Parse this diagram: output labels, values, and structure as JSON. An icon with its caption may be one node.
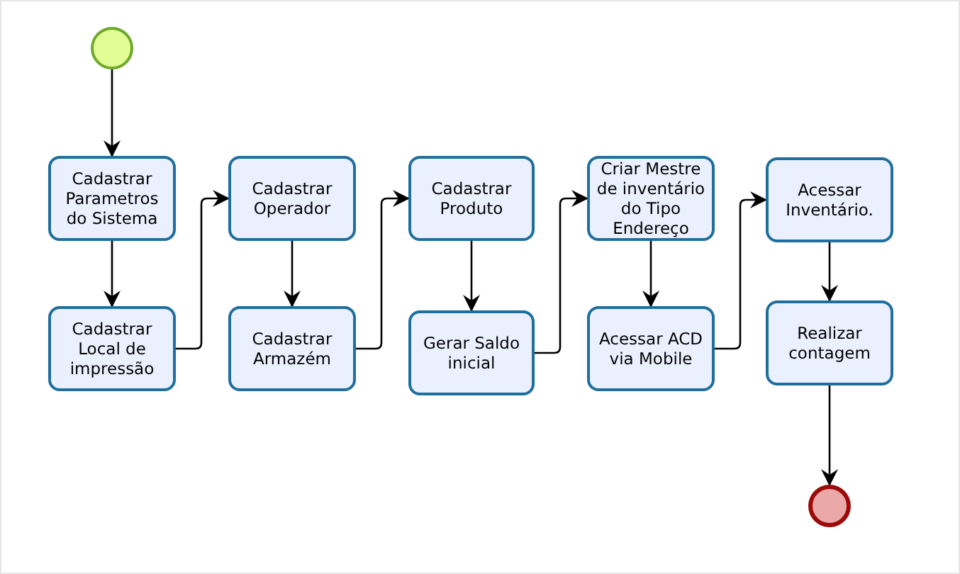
{
  "diagram": {
    "nodes": [
      {
        "text": [],
        "shape": "circle"
      },
      {
        "text": [
          "Cadastrar Parametros do Sistema"
        ]
      },
      {
        "text": [
          "Cadastrar Local de impressão"
        ]
      },
      {
        "text": [
          "Cadastrar Operador"
        ]
      },
      {
        "text": [
          "Cadastrar Armazém"
        ]
      },
      {
        "text": [
          "Cadastrar Produto"
        ]
      },
      {
        "text": [
          "Gerar Saldo inicial"
        ]
      },
      {
        "text": [
          "Criar Mestre de inventário do Tipo Endereço"
        ]
      },
      {
        "text": [
          "Acessar ACD via Mobile"
        ]
      },
      {
        "text": [
          "Acessar Inventário."
        ]
      },
      {
        "text": [
          "Realizar contagem"
        ]
      },
      {
        "text": [],
        "shape": "circle"
      }
    ],
    "edges": [
      {
        "from": 0,
        "to": 1,
        "arrow": "to"
      },
      {
        "from": 1,
        "to": 2,
        "arrow": "to"
      },
      {
        "from": 2,
        "to": 3,
        "arrow": "to"
      },
      {
        "from": 3,
        "to": 4,
        "arrow": "to"
      },
      {
        "from": 4,
        "to": 5,
        "arrow": "to"
      },
      {
        "from": 5,
        "to": 6,
        "arrow": "to"
      },
      {
        "from": 6,
        "to": 7,
        "arrow": "to"
      },
      {
        "from": 7,
        "to": 8,
        "arrow": "to"
      },
      {
        "from": 8,
        "to": 9,
        "arrow": "to"
      },
      {
        "from": 9,
        "to": 10,
        "arrow": "to"
      },
      {
        "from": 10,
        "to": 11,
        "arrow": "to"
      }
    ]
  }
}
